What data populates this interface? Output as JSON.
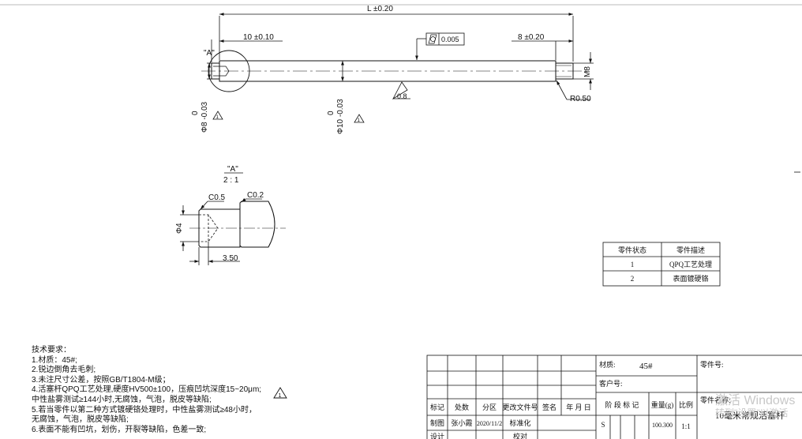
{
  "drawing": {
    "overall_length": "L ±0.20",
    "left_step_length": "10 ±0.10",
    "right_thread_length": "8 ±0.20",
    "flatness_value": "0.005",
    "detail_callout": "\"A\"",
    "small_diameter_tol": "0",
    "small_diameter": "Φ8 -0.03",
    "main_diameter_tol": "0",
    "main_diameter": "Φ10 -0.03",
    "roughness": "0.8",
    "fillet_radius": "R0.50",
    "thread": "M8",
    "flag_symbol": "1"
  },
  "detail_view": {
    "label": "\"A\"",
    "scale": "2 : 1",
    "chamfer_1": "C0.5",
    "chamfer_2": "C0.2",
    "hole_diameter": "Φ4",
    "hole_depth": "3.50"
  },
  "status_table": {
    "headers": [
      "零件状态",
      "零件描述"
    ],
    "rows": [
      [
        "1",
        "QPQ工艺处理"
      ],
      [
        "2",
        "表面镀硬铬"
      ]
    ]
  },
  "notes": [
    "技术要求：",
    "1.材质：45#;",
    "2.锐边倒角去毛刺;",
    "3.未注尺寸公差，按照GB/T1804-M级；",
    "4.活塞杆QPQ工艺处理,硬度HV500±100，压痕凹坑深度15~20μm;",
    "中性盐雾测试≥144小时,无腐蚀，气泡，脱皮等缺陷;",
    "5.若当零件以第二种方式镀硬铬处理时，中性盐雾测试≥48小时，",
    "无腐蚀，气泡，脱皮等缺陷;",
    "6.表面不能有凹坑，划伤，开裂等缺陷，色差一致;"
  ],
  "title_block": {
    "row_labels": [
      "标记",
      "处数",
      "分区",
      "更改文件号",
      "签名",
      "年 月 日"
    ],
    "drawn_label": "制图",
    "drawn_by": "张小霞",
    "drawn_date": "2020/11/2",
    "standardized_label": "标准化",
    "design_label": "设计",
    "review_label": "校对",
    "material_label": "材质:",
    "material_value": "45#",
    "customer_label": "客户号:",
    "part_no_label": "零件号:",
    "stage_label": "阶 段 标 记",
    "weight_label": "重量(g)",
    "scale_label": "比例",
    "stage_value": "S",
    "weight_value": "100.300",
    "scale_value": "1:1",
    "part_name_label": "零件名称:",
    "part_name": "10毫米常规活塞杆"
  },
  "watermark": {
    "line1": "激活 Windows",
    "line2": "转到\"设置\"以激活"
  }
}
